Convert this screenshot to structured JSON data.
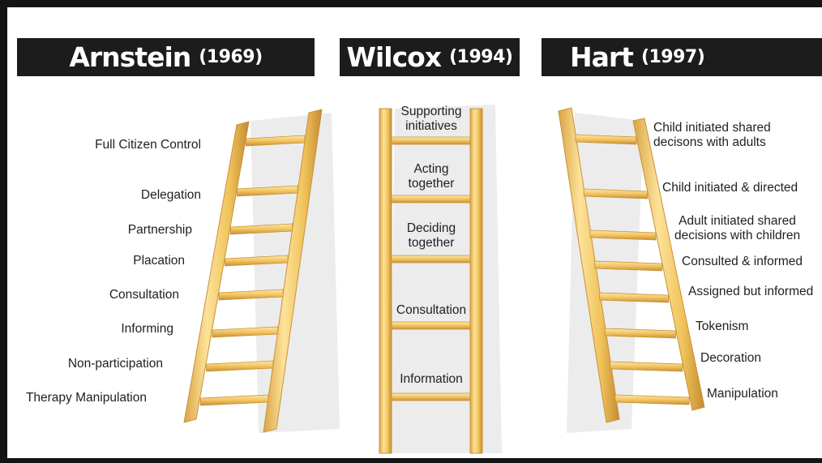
{
  "columns": [
    {
      "author": "Arnstein",
      "year": "(1969)",
      "rungs": [
        "Full Citizen Control",
        "Delegation",
        "Partnership",
        "Placation",
        "Consultation",
        "Informing",
        "Non-participation",
        "Therapy Manipulation"
      ]
    },
    {
      "author": "Wilcox",
      "year": "(1994)",
      "rungs": [
        "Supporting\ninitiatives",
        "Acting\ntogether",
        "Deciding\ntogether",
        "Consultation",
        "Information"
      ]
    },
    {
      "author": "Hart",
      "year": "(1997)",
      "rungs": [
        "Child initiated shared\ndecisons with adults",
        "Child initiated & directed",
        "Adult initiated shared\ndecisions with children",
        "Consulted & informed",
        "Assigned but informed",
        "Tokenism",
        "Decoration",
        "Manipulation"
      ]
    }
  ],
  "colors": {
    "header_background": "#1c1c1c",
    "header_text": "#ffffff",
    "ladder_wood": "#f0c35a",
    "ladder_highlight": "#fde29a",
    "ladder_edge": "#c8923a",
    "shadow": "#e9e9e9"
  }
}
